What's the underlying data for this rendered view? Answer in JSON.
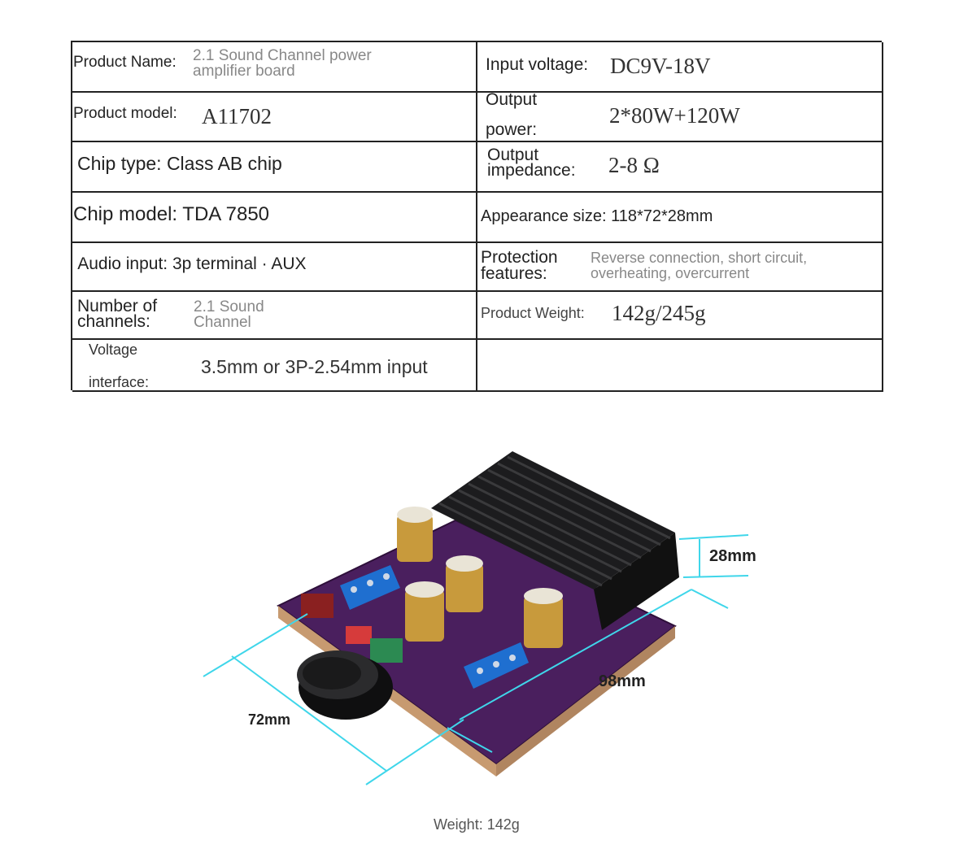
{
  "specs": {
    "product_name_label": "Product Name:",
    "product_name_value_1": "2.1 Sound Channel power",
    "product_name_value_2": "amplifier board",
    "input_voltage_label": "Input voltage:",
    "input_voltage_value": "DC9V-18V",
    "product_model_label": "Product model:",
    "product_model_value": "A11702",
    "output_power_label_1": "Output",
    "output_power_label_2": "power:",
    "output_power_value": "2*80W+120W",
    "chip_type_text": "Chip type: Class AB chip",
    "output_impedance_label_1": "Output",
    "output_impedance_label_2": "impedance:",
    "output_impedance_value": "2-8 Ω",
    "chip_model_text": "Chip model: TDA 7850",
    "appearance_size_text": "Appearance size: 118*72*28mm",
    "audio_input_text": "Audio input: 3p terminal · AUX",
    "protection_label_1": "Protection",
    "protection_label_2": "features:",
    "protection_value_1": "Reverse connection, short circuit,",
    "protection_value_2": "overheating, overcurrent",
    "channels_label_1": "Number of",
    "channels_label_2": "channels:",
    "channels_value_1": "2.1 Sound",
    "channels_value_2": "Channel",
    "weight_label": "Product Weight:",
    "weight_value": "142g/245g",
    "voltage_interface_label_1": "Voltage",
    "voltage_interface_label_2": "interface:",
    "voltage_interface_value": "3.5mm or 3P-2.54mm input"
  },
  "dimensions": {
    "height": "28mm",
    "length": "98mm",
    "width": "72mm"
  },
  "footer": {
    "weight": "Weight: 142g"
  },
  "colors": {
    "dimension_line": "#3fd6ea",
    "pcb": "#4a1f5e",
    "heatsink": "#1c1c1e",
    "capacitor": "#c89a3c",
    "terminal": "#1f6fd0"
  }
}
